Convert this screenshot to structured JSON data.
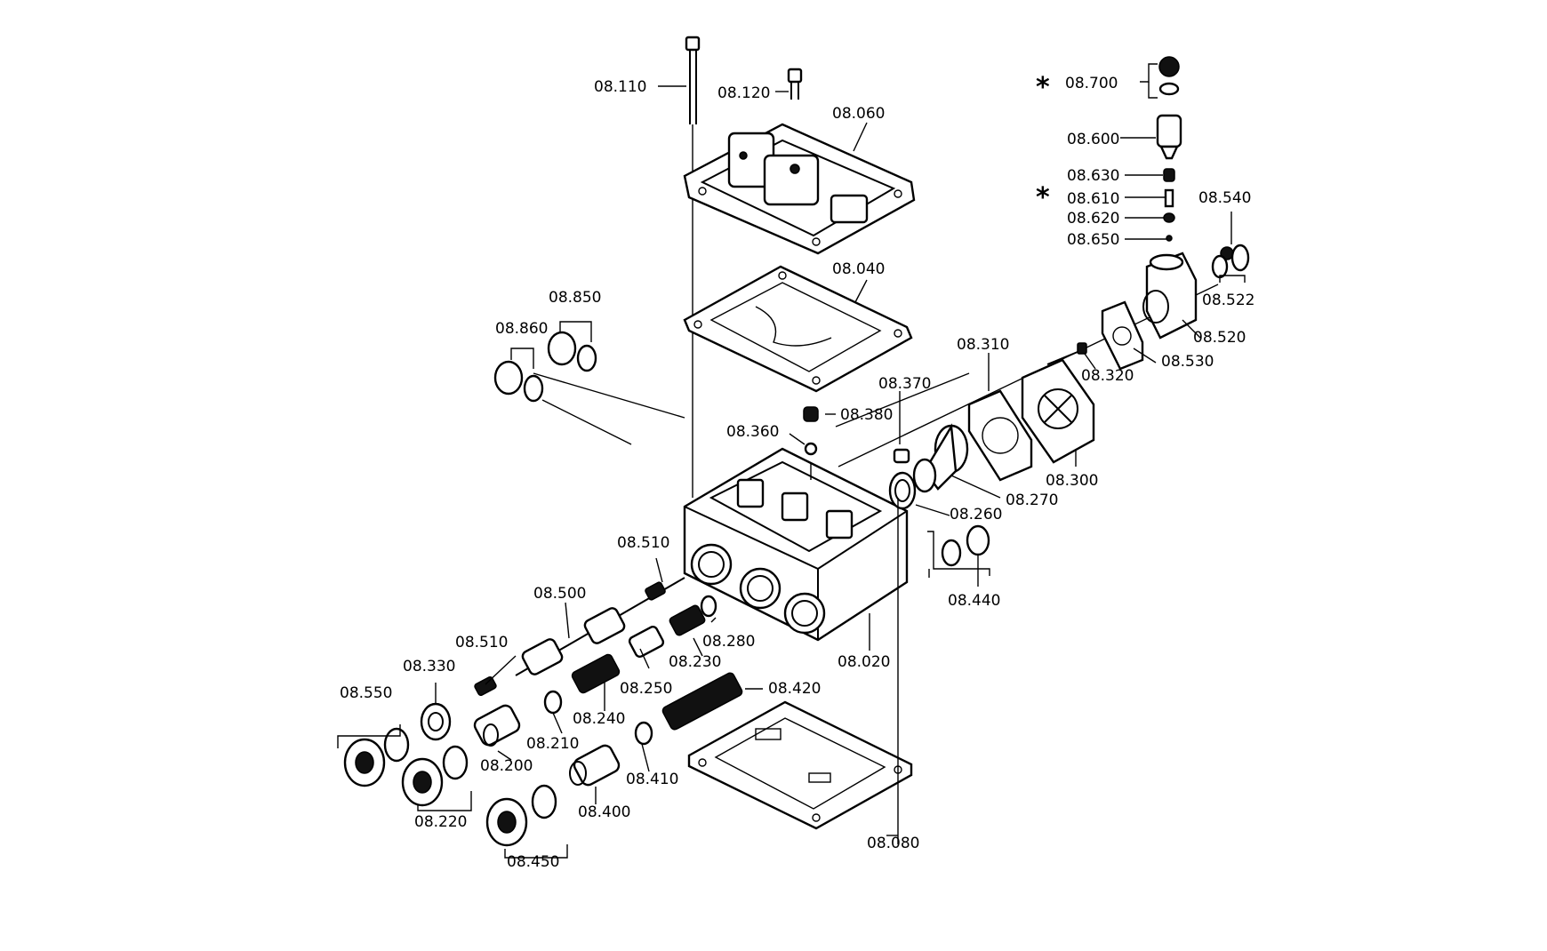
{
  "callouts": {
    "p08_110": "08.110",
    "p08_120": "08.120",
    "p08_060": "08.060",
    "p08_040": "08.040",
    "p08_850": "08.850",
    "p08_860": "08.860",
    "p08_700": "08.700",
    "p08_600": "08.600",
    "p08_630": "08.630",
    "p08_610": "08.610",
    "p08_620": "08.620",
    "p08_650": "08.650",
    "p08_540": "08.540",
    "p08_522": "08.522",
    "p08_520": "08.520",
    "p08_530": "08.530",
    "p08_310": "08.310",
    "p08_320": "08.320",
    "p08_370": "08.370",
    "p08_380": "08.380",
    "p08_360": "08.360",
    "p08_300": "08.300",
    "p08_270": "08.270",
    "p08_260": "08.260",
    "p08_510a": "08.510",
    "p08_440": "08.440",
    "p08_500": "08.500",
    "p08_280": "08.280",
    "p08_230": "08.230",
    "p08_510b": "08.510",
    "p08_020": "08.020",
    "p08_330": "08.330",
    "p08_250": "08.250",
    "p08_420": "08.420",
    "p08_550": "08.550",
    "p08_240": "08.240",
    "p08_210": "08.210",
    "p08_200": "08.200",
    "p08_410": "08.410",
    "p08_220": "08.220",
    "p08_400": "08.400",
    "p08_080": "08.080",
    "p08_450": "08.450"
  },
  "markers": {
    "asterisk_700": "*",
    "asterisk_610": "*"
  }
}
